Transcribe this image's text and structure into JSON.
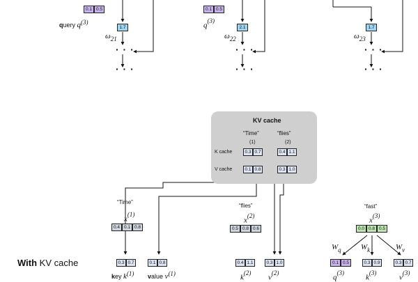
{
  "colors": {
    "purple": "#c9b3ec",
    "blue": "#9fd5f0",
    "green": "#bfe6b3",
    "light_blue_gray": "#dde4f3",
    "gray_cell": "#cfd6dd",
    "panel": "#cfcfcf"
  },
  "top": {
    "col1": {
      "cells": [
        "0.1",
        "0.5"
      ],
      "label_bold_prefix": "q",
      "label_rest": "uery",
      "label_math": "q",
      "label_sup": "(3)",
      "omega": "ω",
      "omega_sub": "21",
      "value": "1.7",
      "dots": "· · ·"
    },
    "col2": {
      "cells": [
        "0.1",
        "0.5"
      ],
      "label_math": "q",
      "label_sup": "(3)",
      "omega": "ω",
      "omega_sub": "22",
      "value": "2.1",
      "dots": "· · ·"
    },
    "col3": {
      "omega": "ω",
      "omega_sub": "23",
      "value": "1.7",
      "dots": "· · ·"
    }
  },
  "kv": {
    "title": "KV cache",
    "word1": "“Time”",
    "idx1": "(1)",
    "word2": "“flies”",
    "idx2": "(2)",
    "k_label": "K cache",
    "v_label": "V cache",
    "k1": [
      "0.3",
      "0.7"
    ],
    "k2": [
      "0.4",
      "1.1"
    ],
    "v1": [
      "0.1",
      "0.8"
    ],
    "v2": [
      "0.3",
      "1.0"
    ]
  },
  "bottom": {
    "left_label_bold": "With",
    "left_label_rest": " KV cache",
    "time": {
      "word": "“Time”",
      "x": "x",
      "sup": "(1)",
      "cells": [
        "0.4",
        "0.1",
        "0.8"
      ],
      "key_cells": [
        "0.3",
        "0.7"
      ],
      "val_cells": [
        "0.1",
        "0.8"
      ],
      "key_bold": "k",
      "key_rest": "ey ",
      "key_math": "k",
      "key_sup": "(1)",
      "val_bold": "v",
      "val_rest": "alue ",
      "val_math": "v",
      "val_sup": "(1)"
    },
    "flies": {
      "word": "“flies”",
      "x": "x",
      "sup": "(2)",
      "cells": [
        "0.5",
        "0.8",
        "0.6"
      ],
      "key_cells": [
        "0.4",
        "1.1"
      ],
      "val_cells": [
        "0.3",
        "1.0"
      ],
      "key_math": "k",
      "key_sup": "(2)",
      "val_math": "v",
      "val_sup": "(2)"
    },
    "fast": {
      "word": "“fast”",
      "x": "x",
      "sup": "(3)",
      "cells": [
        "0.0",
        "0.8",
        "0.5"
      ],
      "wq": "W",
      "wq_sub": "q",
      "wk": "W",
      "wk_sub": "k",
      "wv": "W",
      "wv_sub": "v",
      "q_cells": [
        "0.1",
        "0.5"
      ],
      "k_cells": [
        "0.3",
        "0.9"
      ],
      "v_cells": [
        "0.3",
        "0.7"
      ],
      "q_math": "q",
      "q_sup": "(3)",
      "k_math": "k",
      "k_sup": "(3)",
      "v_math": "v",
      "v_sup": "(3)"
    }
  }
}
